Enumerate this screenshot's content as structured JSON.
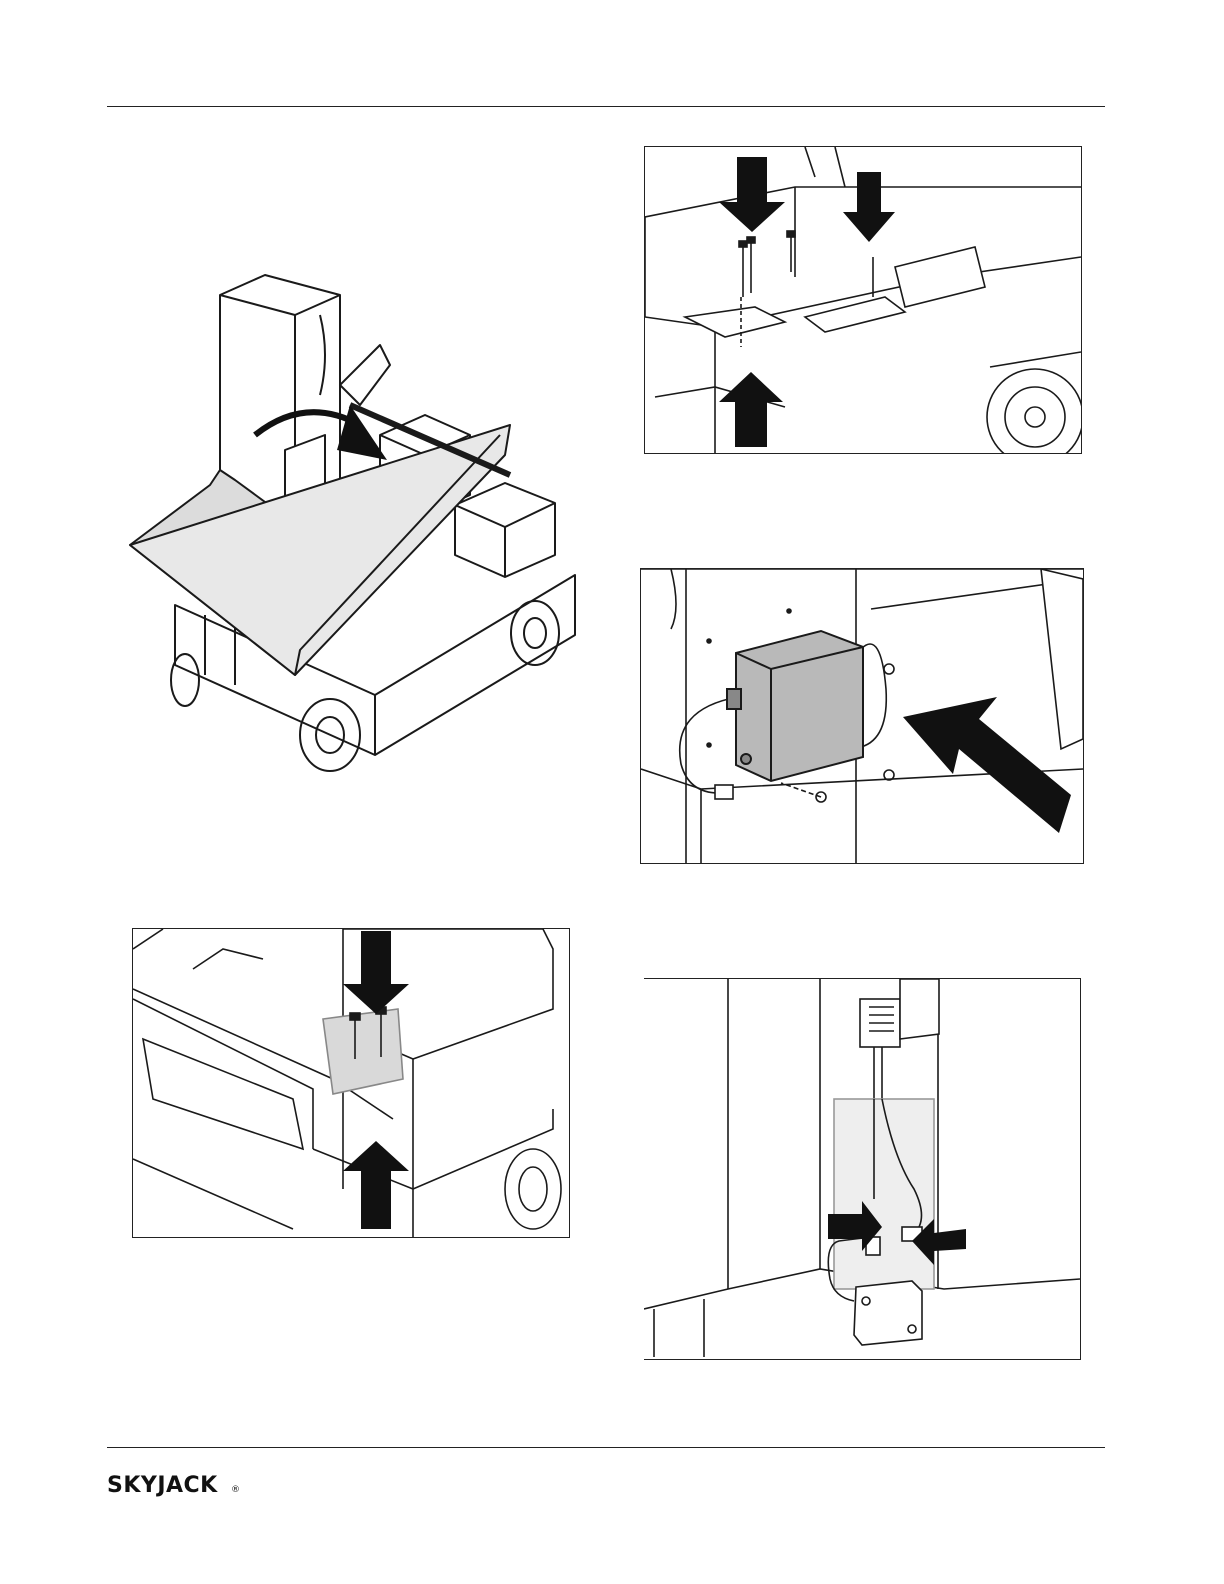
{
  "brand": {
    "logo_text": "SKYJACK",
    "logo_mark": "®"
  },
  "figures": [
    {
      "id": "fig-1",
      "icon": "tray-rotate-illustration"
    },
    {
      "id": "fig-2",
      "icon": "mount-bolts-illustration"
    },
    {
      "id": "fig-3",
      "icon": "bracket-bolts-illustration"
    },
    {
      "id": "fig-4",
      "icon": "control-box-install-illustration"
    },
    {
      "id": "fig-5",
      "icon": "connector-plug-illustration"
    }
  ],
  "colors": {
    "line": "#1a1a1a",
    "arrow": "#111111",
    "box_fill": "#b9b9b9",
    "ghost_fill": "#d9d9d9",
    "tray_fill": "#dcdcdc"
  }
}
